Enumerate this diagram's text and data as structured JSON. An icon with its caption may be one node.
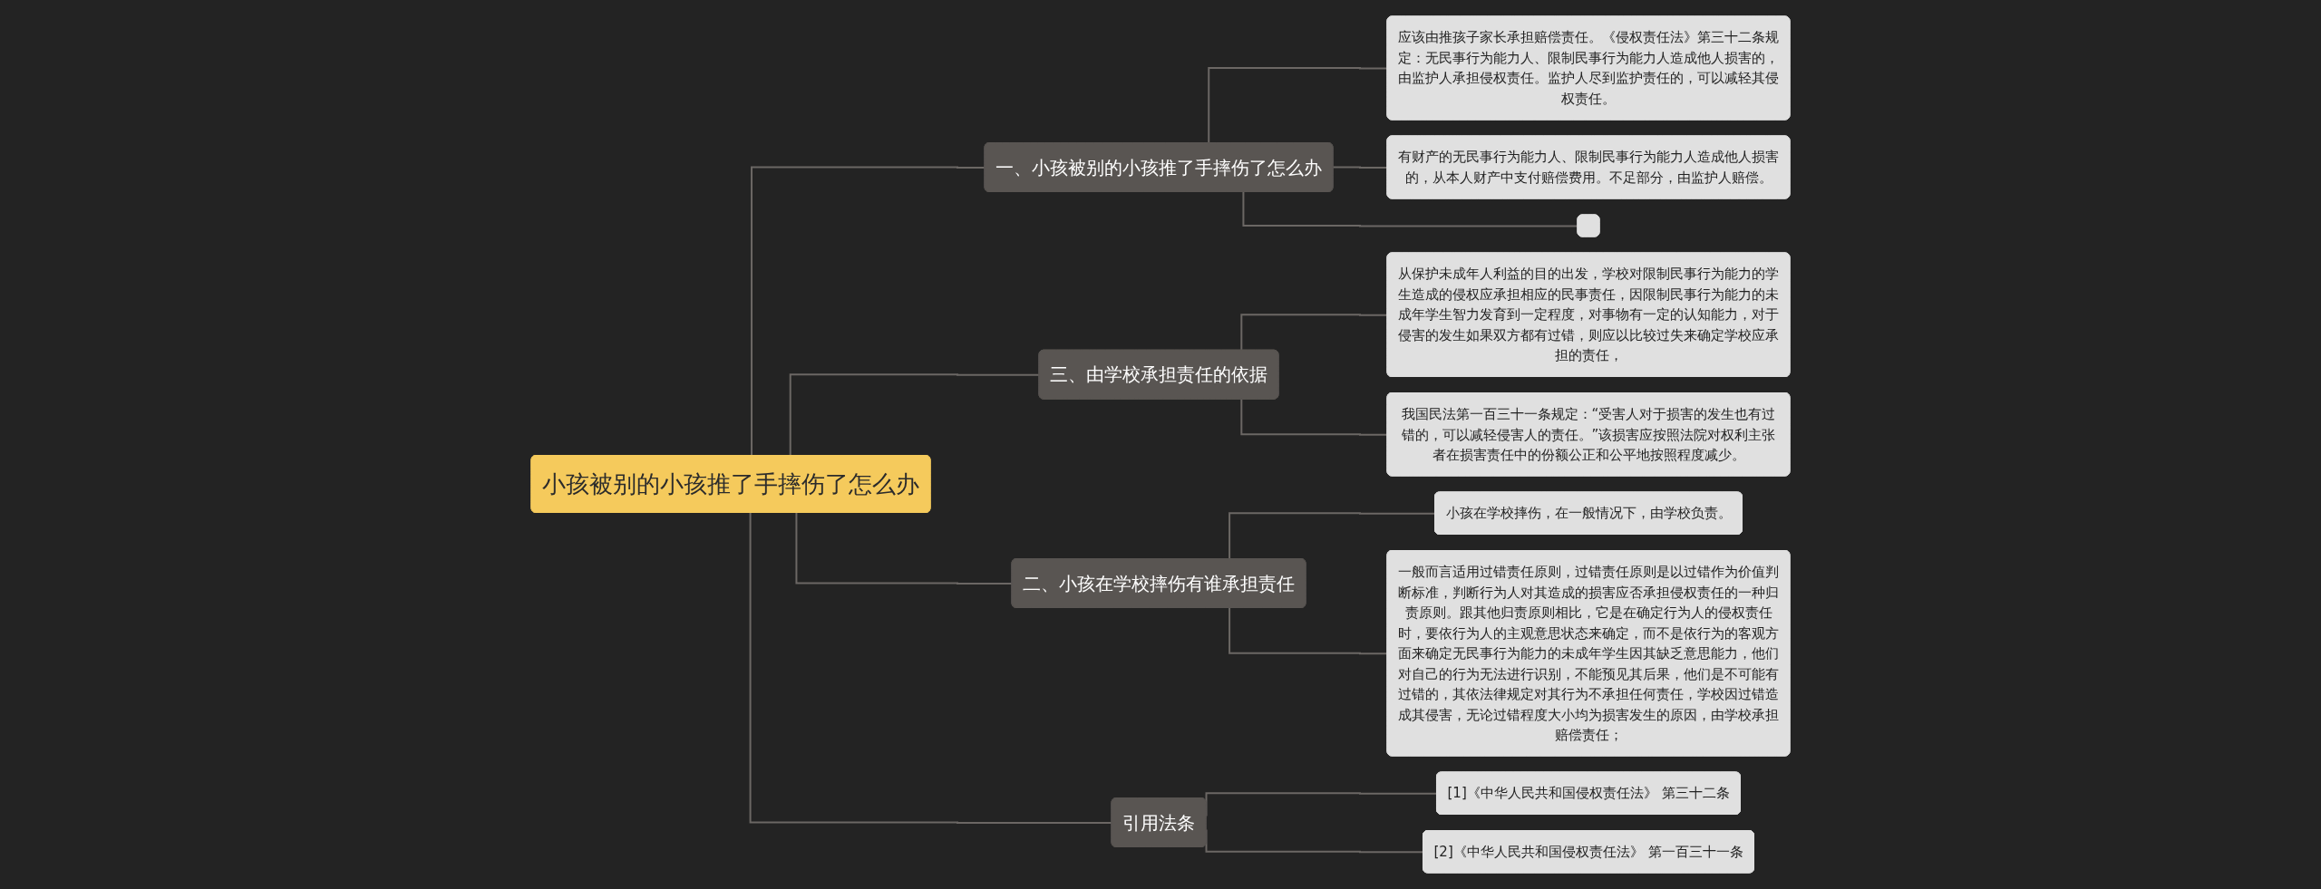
{
  "diagram": {
    "nodes": [
      {
        "text": [
          "小孩被别的小孩推了手摔伤了怎么办"
        ]
      },
      {
        "text": [
          "一、小孩被别的小孩推了手摔伤了怎么办"
        ]
      },
      {
        "text": [
          "应该由推孩子家长承担赔偿责任。《侵权责任法》第三十二条规定：无民事行为能力人、限制民事行为能力人造成他人损害的，由监护人承担侵权责任。监护人尽到监护责任的，可以减轻其侵权责任。"
        ]
      },
      {
        "text": [
          "有财产的无民事行为能力人、限制民事行为能力人造成他人损害的，从本人财产中支付赔偿费用。不足部分，由监护人赔偿。"
        ]
      },
      {
        "text": [],
        "shape": "box"
      },
      {
        "text": [
          "三、由学校承担责任的依据"
        ]
      },
      {
        "text": [
          "从保护未成年人利益的目的出发，学校对限制民事行为能力的学生造成的侵权应承担相应的民事责任，因限制民事行为能力的未成年学生智力发育到一定程度，对事物有一定的认知能力，对于侵害的发生如果双方都有过错，则应以比较过失来确定学校应承担的责任，"
        ]
      },
      {
        "text": [
          "我国民法第一百三十一条规定：“受害人对于损害的发生也有过错的，可以减轻侵害人的责任。”该损害应按照法院对权利主张者在损害责任中的份额公正和公平地按照程度减少。"
        ]
      },
      {
        "text": [
          "二、小孩在学校摔伤有谁承担责任"
        ]
      },
      {
        "text": [
          "小孩在学校摔伤，在一般情况下，由学校负责。"
        ]
      },
      {
        "text": [
          "一般而言适用过错责任原则，过错责任原则是以过错作为价值判断标准，判断行为人对其造成的损害应否承担侵权责任的一种归责原则。跟其他归责原则相比，它是在确定行为人的侵权责任时，要依行为人的主观意思状态来确定，而不是依行为的客观方面来确定无民事行为能力的未成年学生因其缺乏意思能力，他们对自己的行为无法进行识别，不能预见其后果，他们是不可能有过错的，其依法律规定对其行为不承担任何责任，学校因过错造成其侵害，无论过错程度大小均为损害发生的原因，由学校承担赔偿责任；"
        ]
      },
      {
        "text": [
          "引用法条"
        ]
      },
      {
        "text": [
          "[1]《中华人民共和国侵权责任法》 第三十二条"
        ]
      },
      {
        "text": [
          "[2]《中华人民共和国侵权责任法》 第一百三十一条"
        ]
      }
    ],
    "edges": [
      {
        "from": 0,
        "to": 1,
        "arrow": "none"
      },
      {
        "from": 1,
        "to": 2,
        "arrow": "none"
      },
      {
        "from": 1,
        "to": 3,
        "arrow": "none"
      },
      {
        "from": 1,
        "to": 4,
        "arrow": "none"
      },
      {
        "from": 0,
        "to": 5,
        "arrow": "none"
      },
      {
        "from": 5,
        "to": 6,
        "arrow": "none"
      },
      {
        "from": 5,
        "to": 7,
        "arrow": "none"
      },
      {
        "from": 0,
        "to": 8,
        "arrow": "none"
      },
      {
        "from": 8,
        "to": 9,
        "arrow": "none"
      },
      {
        "from": 8,
        "to": 10,
        "arrow": "none"
      },
      {
        "from": 0,
        "to": 11,
        "arrow": "none"
      },
      {
        "from": 11,
        "to": 12,
        "arrow": "none"
      },
      {
        "from": 11,
        "to": 13,
        "arrow": "none"
      }
    ]
  }
}
